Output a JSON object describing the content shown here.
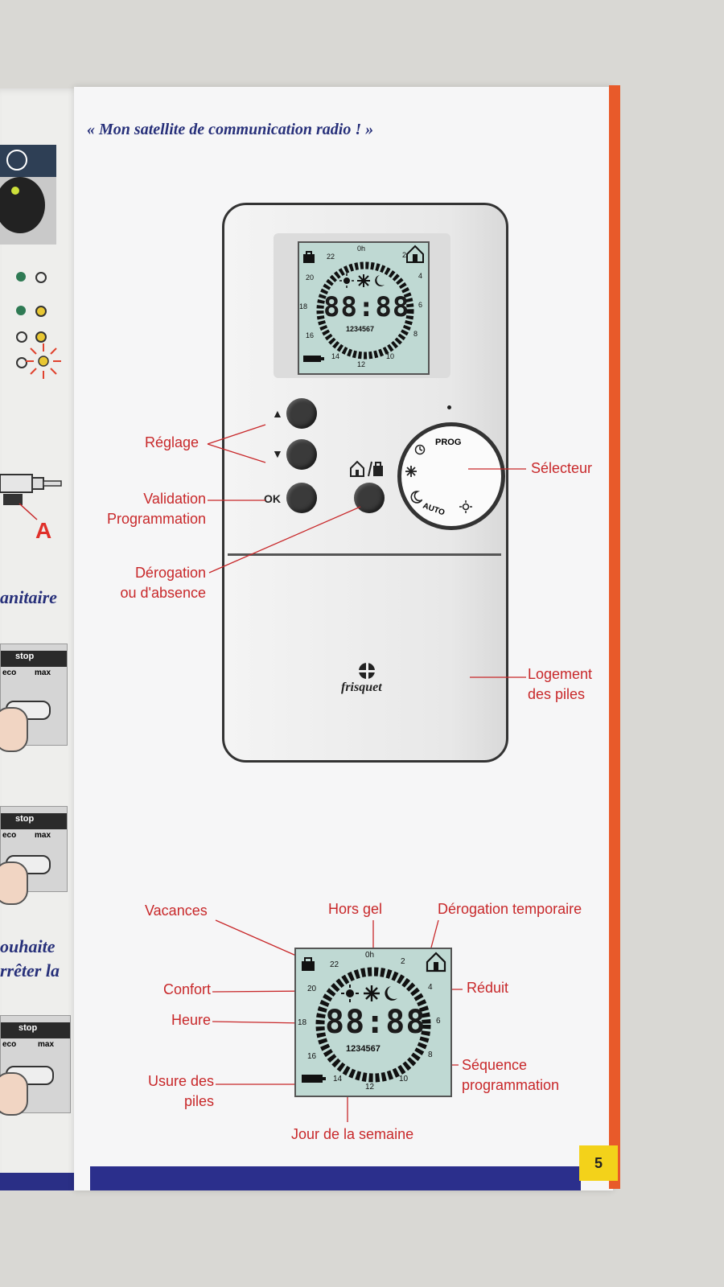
{
  "heading": "« Mon satellite de communication radio ! »",
  "page_number": "5",
  "left_page": {
    "title_fragment": "anitaire",
    "text_line1": "ouhaite",
    "text_line2": "rrêter la",
    "marker": "A",
    "panel_labels": {
      "stop": "stop",
      "eco": "eco",
      "max": "max"
    }
  },
  "device": {
    "lcd": {
      "time": "88:88",
      "hours": [
        "0h",
        "2",
        "4",
        "6",
        "8",
        "10",
        "12",
        "14",
        "16",
        "18",
        "20",
        "22"
      ],
      "days": "1234567"
    },
    "buttons": {
      "up": "▲",
      "down": "▼",
      "ok": "OK",
      "override_icon": "home-suitcase-icon"
    },
    "selector": {
      "prog": "PROG",
      "auto": "AUTO"
    },
    "brand": "frisquet"
  },
  "callouts_device": {
    "reglage": "Réglage",
    "validation": "Validation",
    "programmation": "Programmation",
    "derogation": "Dérogation",
    "absence": "ou d'absence",
    "selecteur": "Sélecteur",
    "logement": "Logement",
    "piles": "des piles"
  },
  "callouts_lcd": {
    "vacances": "Vacances",
    "hors_gel": "Hors gel",
    "derogation_temp": "Dérogation temporaire",
    "confort": "Confort",
    "reduit": "Réduit",
    "heure": "Heure",
    "usure1": "Usure des",
    "usure2": "piles",
    "sequence1": "Séquence",
    "sequence2": "programmation",
    "jour": "Jour de la semaine"
  },
  "colors": {
    "label_red": "#c8282a",
    "heading_blue": "#27307a",
    "orange": "#e85a2a",
    "yellow": "#f3d21a",
    "lcd": "#bfd9d3"
  }
}
